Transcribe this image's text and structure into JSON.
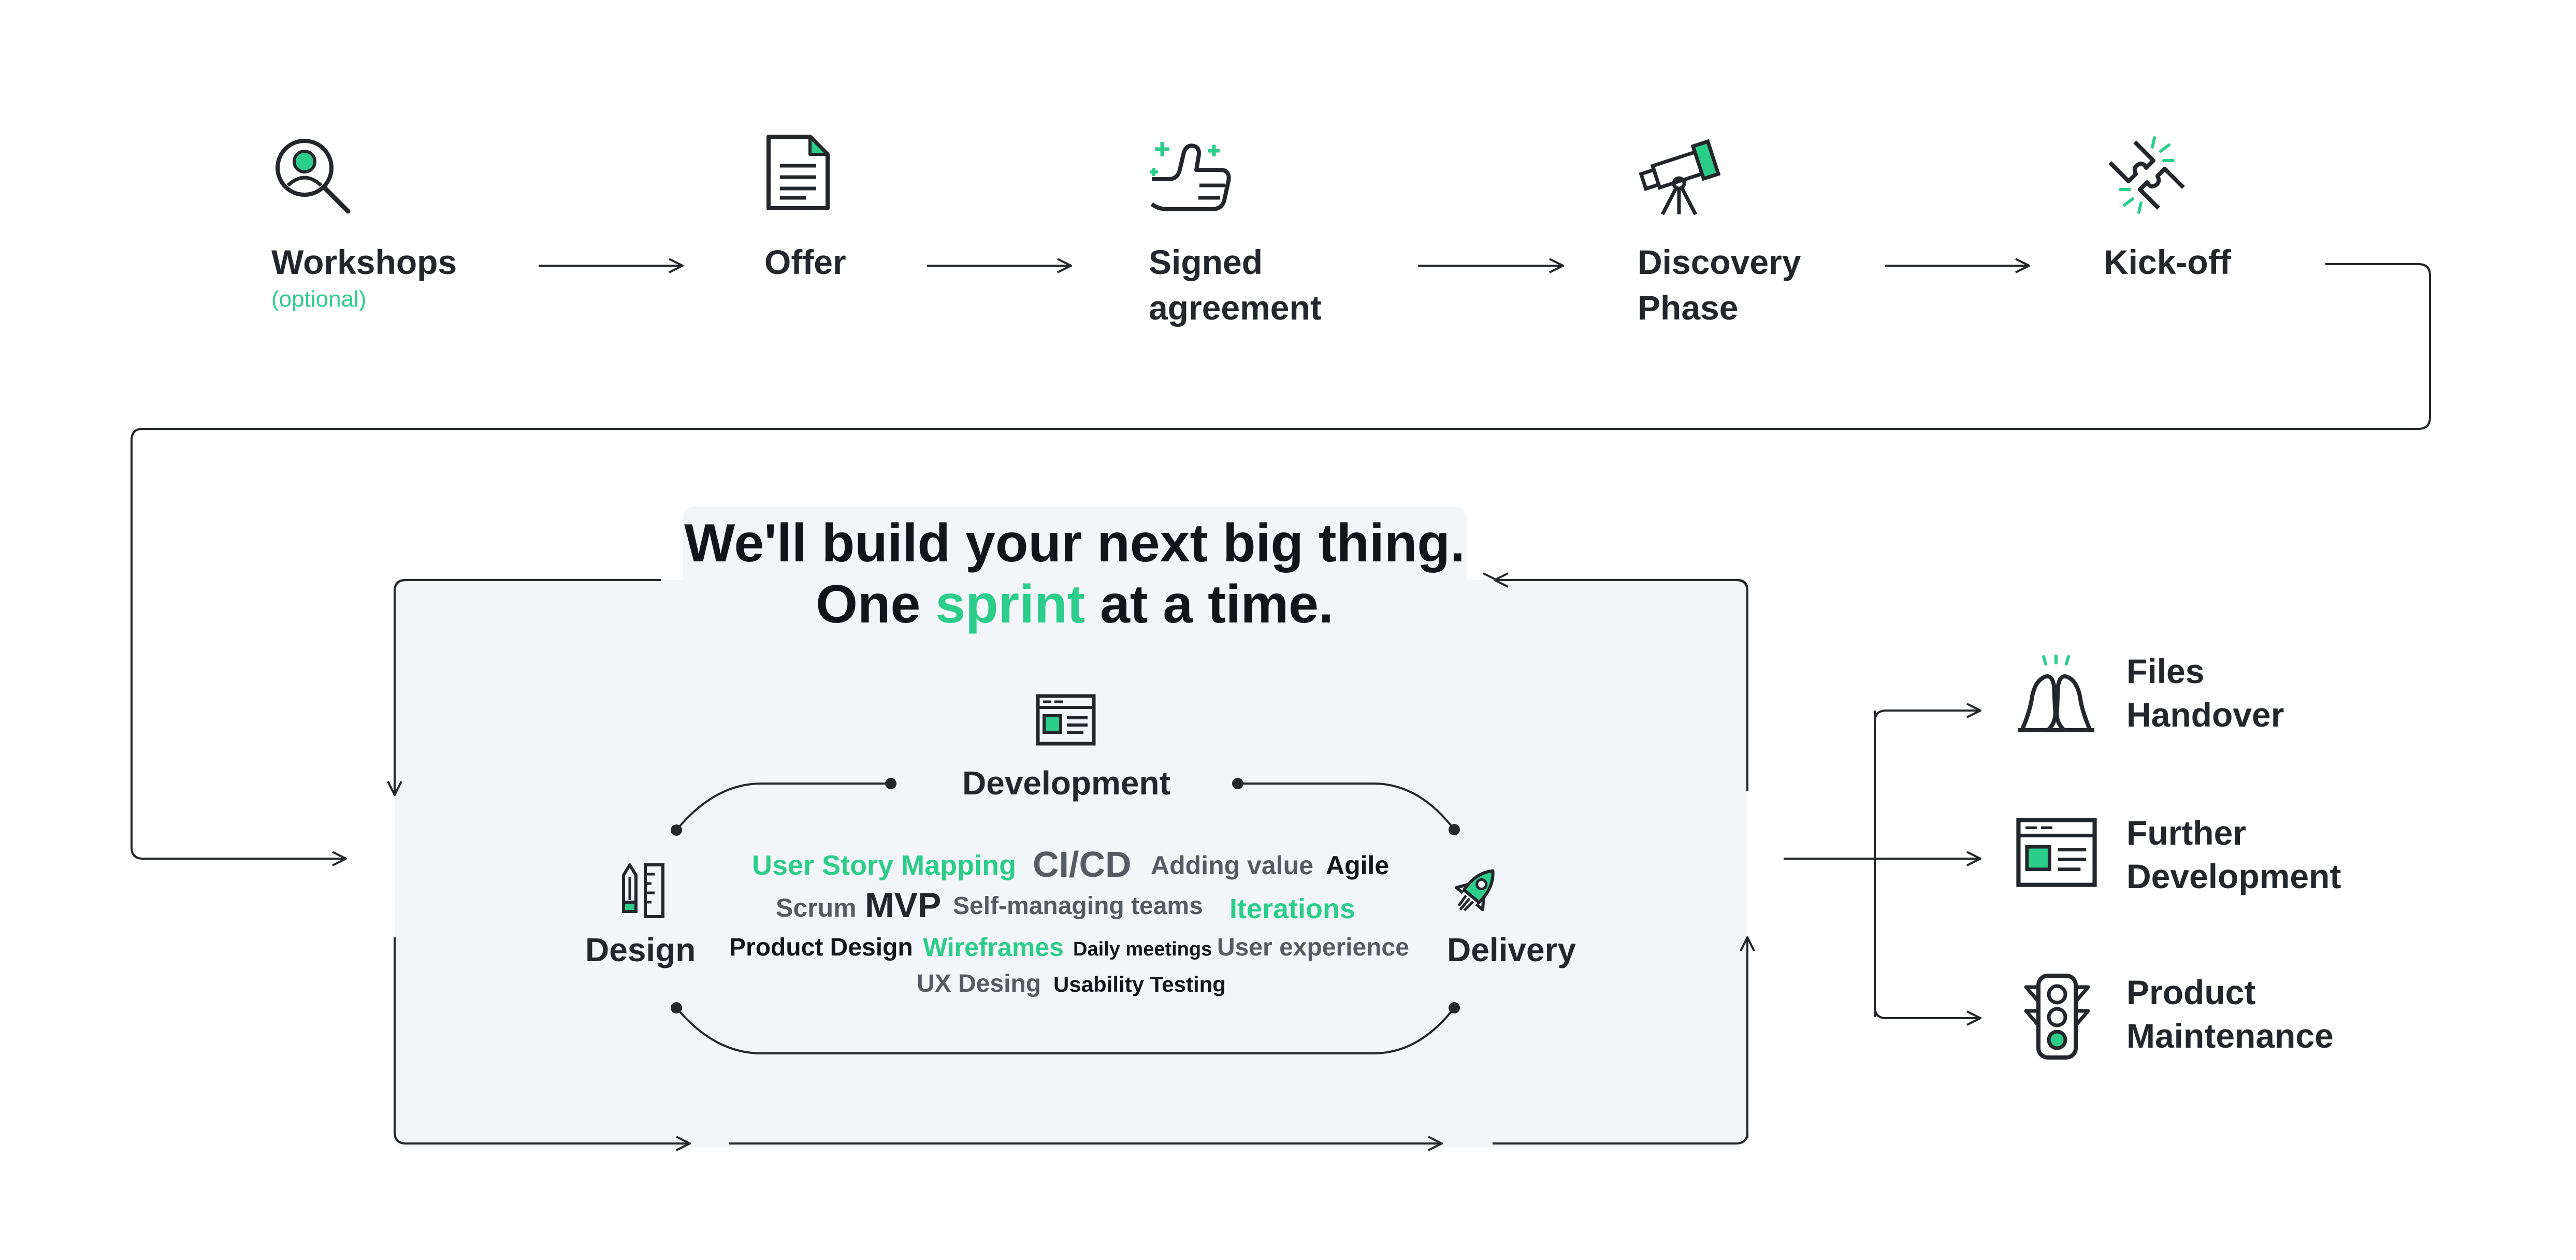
{
  "colors": {
    "accent": "#2ccc8b",
    "dark": "#23262b",
    "panel": "#f3f6f9",
    "muted": "#555b63"
  },
  "steps": [
    {
      "label": "Workshops",
      "sublabel": "(optional)",
      "icon": "search-person-icon"
    },
    {
      "label": "Offer",
      "icon": "document-icon"
    },
    {
      "label": "Signed\nagreement",
      "icon": "thumbs-up-icon"
    },
    {
      "label": "Discovery\nPhase",
      "icon": "telescope-icon"
    },
    {
      "label": "Kick-off",
      "icon": "puzzle-connect-icon"
    }
  ],
  "sprint": {
    "headline_line1": "We'll build your next big thing.",
    "headline_pre": "One ",
    "headline_accent": "sprint",
    "headline_post": " at a time.",
    "stages": {
      "development": "Development",
      "design": "Design",
      "delivery": "Delivery"
    },
    "stage_icons": [
      "browser-window-icon",
      "pencil-ruler-icon",
      "rocket-icon"
    ],
    "word_cloud": [
      {
        "text": "User Story Mapping",
        "tone": "accent"
      },
      {
        "text": "CI/CD",
        "tone": "muted"
      },
      {
        "text": "Adding value",
        "tone": "muted"
      },
      {
        "text": "Agile",
        "tone": "dark"
      },
      {
        "text": "Scrum",
        "tone": "muted"
      },
      {
        "text": "MVP",
        "tone": "dark"
      },
      {
        "text": "Self-managing teams",
        "tone": "muted"
      },
      {
        "text": "Iterations",
        "tone": "accent"
      },
      {
        "text": "Product Design",
        "tone": "dark"
      },
      {
        "text": "Wireframes",
        "tone": "accent"
      },
      {
        "text": "Daily meetings",
        "tone": "dark"
      },
      {
        "text": "User experience",
        "tone": "muted"
      },
      {
        "text": "UX Desing",
        "tone": "muted"
      },
      {
        "text": "Usability Testing",
        "tone": "dark"
      }
    ]
  },
  "outcomes": [
    {
      "label": "Files\nHandover",
      "icon": "high-five-icon"
    },
    {
      "label": "Further\nDevelopment",
      "icon": "browser-window-icon"
    },
    {
      "label": "Product\nMaintenance",
      "icon": "traffic-light-icon"
    }
  ]
}
